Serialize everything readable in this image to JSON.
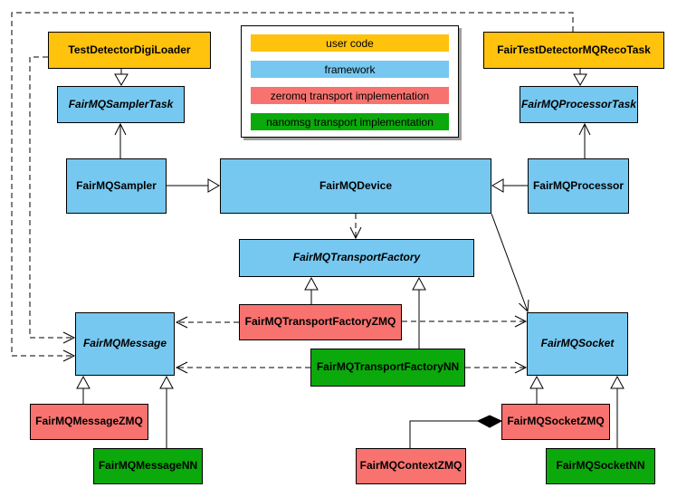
{
  "colors": {
    "yellow": "#FFC20D",
    "blue": "#76C8F0",
    "red": "#F8736F",
    "green": "#0BA90B",
    "line": "#000000",
    "legend_shadow": "#9e9e9e"
  },
  "legend": {
    "items": [
      {
        "label": "user code",
        "color": "yellow"
      },
      {
        "label": "framework",
        "color": "blue"
      },
      {
        "label": "zeromq transport implementation",
        "color": "red"
      },
      {
        "label": "nanomsg transport implementation",
        "color": "green"
      }
    ]
  },
  "nodes": {
    "digi_loader": {
      "label": "TestDetectorDigiLoader",
      "category": "user code",
      "abstract": false
    },
    "reco_task": {
      "label": "FairTestDetectorMQRecoTask",
      "category": "user code",
      "abstract": false
    },
    "sampler_task": {
      "label": "FairMQSamplerTask",
      "category": "framework",
      "abstract": true
    },
    "processor_task": {
      "label": "FairMQProcessorTask",
      "category": "framework",
      "abstract": true
    },
    "sampler": {
      "label": "FairMQSampler",
      "category": "framework",
      "abstract": false
    },
    "device": {
      "label": "FairMQDevice",
      "category": "framework",
      "abstract": false
    },
    "processor": {
      "label": "FairMQProcessor",
      "category": "framework",
      "abstract": false
    },
    "transport_factory": {
      "label": "FairMQTransportFactory",
      "category": "framework",
      "abstract": true
    },
    "transport_factory_zmq": {
      "label": "FairMQTransportFactoryZMQ",
      "category": "zeromq transport implementation",
      "abstract": false
    },
    "transport_factory_nn": {
      "label": "FairMQTransportFactoryNN",
      "category": "nanomsg transport implementation",
      "abstract": false
    },
    "message": {
      "label": "FairMQMessage",
      "category": "framework",
      "abstract": true
    },
    "socket": {
      "label": "FairMQSocket",
      "category": "framework",
      "abstract": true
    },
    "message_zmq": {
      "label": "FairMQMessageZMQ",
      "category": "zeromq transport implementation",
      "abstract": false
    },
    "message_nn": {
      "label": "FairMQMessageNN",
      "category": "nanomsg transport implementation",
      "abstract": false
    },
    "context_zmq": {
      "label": "FairMQContextZMQ",
      "category": "zeromq transport implementation",
      "abstract": false
    },
    "socket_zmq": {
      "label": "FairMQSocketZMQ",
      "category": "zeromq transport implementation",
      "abstract": false
    },
    "socket_nn": {
      "label": "FairMQSocketNN",
      "category": "nanomsg transport implementation",
      "abstract": false
    }
  },
  "edges": [
    {
      "from": "TestDetectorDigiLoader",
      "to": "FairMQSamplerTask",
      "type": "inheritance"
    },
    {
      "from": "FairTestDetectorMQRecoTask",
      "to": "FairMQProcessorTask",
      "type": "inheritance"
    },
    {
      "from": "FairMQSampler",
      "to": "FairMQSamplerTask",
      "type": "association"
    },
    {
      "from": "FairMQProcessor",
      "to": "FairMQProcessorTask",
      "type": "association"
    },
    {
      "from": "FairMQSampler",
      "to": "FairMQDevice",
      "type": "inheritance"
    },
    {
      "from": "FairMQProcessor",
      "to": "FairMQDevice",
      "type": "inheritance"
    },
    {
      "from": "FairMQDevice",
      "to": "FairMQTransportFactory",
      "type": "dashed-dependency"
    },
    {
      "from": "FairMQDevice",
      "to": "FairMQSocket",
      "type": "association"
    },
    {
      "from": "FairTestDetectorMQRecoTask",
      "to": "FairMQMessage",
      "type": "dashed-dependency"
    },
    {
      "from": "TestDetectorDigiLoader",
      "to": "FairMQMessage",
      "type": "dashed-dependency"
    },
    {
      "from": "FairMQTransportFactoryZMQ",
      "to": "FairMQTransportFactory",
      "type": "inheritance"
    },
    {
      "from": "FairMQTransportFactoryNN",
      "to": "FairMQTransportFactory",
      "type": "inheritance"
    },
    {
      "from": "FairMQTransportFactoryZMQ",
      "to": "FairMQMessage",
      "type": "dashed-dependency"
    },
    {
      "from": "FairMQTransportFactoryZMQ",
      "to": "FairMQSocket",
      "type": "dashed-dependency"
    },
    {
      "from": "FairMQTransportFactoryNN",
      "to": "FairMQMessage",
      "type": "dashed-dependency"
    },
    {
      "from": "FairMQTransportFactoryNN",
      "to": "FairMQSocket",
      "type": "dashed-dependency"
    },
    {
      "from": "FairMQMessageZMQ",
      "to": "FairMQMessage",
      "type": "inheritance"
    },
    {
      "from": "FairMQMessageNN",
      "to": "FairMQMessage",
      "type": "inheritance"
    },
    {
      "from": "FairMQSocketZMQ",
      "to": "FairMQSocket",
      "type": "inheritance"
    },
    {
      "from": "FairMQSocketNN",
      "to": "FairMQSocket",
      "type": "inheritance"
    },
    {
      "from": "FairMQContextZMQ",
      "to": "FairMQSocketZMQ",
      "type": "composition"
    }
  ]
}
